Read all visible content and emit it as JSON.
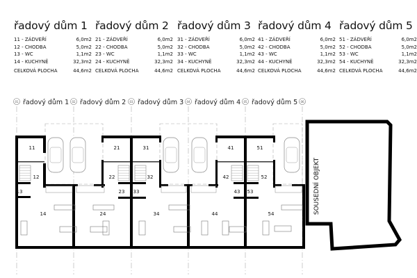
{
  "houses": [
    {
      "title": "řadový dům 1",
      "rooms": [
        {
          "label": "11 - ZÁDVEŘÍ",
          "area": "6,0m2"
        },
        {
          "label": "12 - CHODBA",
          "area": "5,0m2"
        },
        {
          "label": "13 - WC",
          "area": "1,1m2"
        },
        {
          "label": "14 - KUCHYNĚ",
          "area": "32,3m2"
        }
      ],
      "total_label": "CELKOVÁ PLOCHA",
      "total": "44,6m2"
    },
    {
      "title": "řadový dům 2",
      "rooms": [
        {
          "label": "21 - ZÁDVEŘÍ",
          "area": "6,0m2"
        },
        {
          "label": "22 - CHODBA",
          "area": "5,0m2"
        },
        {
          "label": "23 - WC",
          "area": "1,1m2"
        },
        {
          "label": "24 - KUCHYNĚ",
          "area": "32,3m2"
        }
      ],
      "total_label": "CELKOVÁ PLOCHA",
      "total": "44,6m2"
    },
    {
      "title": "řadový dům 3",
      "rooms": [
        {
          "label": "31 - ZÁDVEŘÍ",
          "area": "6,0m2"
        },
        {
          "label": "32 - CHODBA",
          "area": "5,0m2"
        },
        {
          "label": "33 - WC",
          "area": "1,1m2"
        },
        {
          "label": "34 - KUCHYNĚ",
          "area": "32,3m2"
        }
      ],
      "total_label": "CELKOVÁ PLOCHA",
      "total": "44,6m2"
    },
    {
      "title": "řadový dům 4",
      "rooms": [
        {
          "label": "41 - ZÁDVEŘÍ",
          "area": "6,0m2"
        },
        {
          "label": "42 - CHODBA",
          "area": "5,0m2"
        },
        {
          "label": "43 - WC",
          "area": "1,1m2"
        },
        {
          "label": "44 - KUCHYNĚ",
          "area": "32,3m2"
        }
      ],
      "total_label": "CELKOVÁ PLOCHA",
      "total": "44,6m2"
    },
    {
      "title": "řadový dům 5",
      "rooms": [
        {
          "label": "51 - ZÁDVEŘÍ",
          "area": "6,0m2"
        },
        {
          "label": "52 - CHODBA",
          "area": "5,0m2"
        },
        {
          "label": "53 - WC",
          "area": "1,1m2"
        },
        {
          "label": "54 - KUCHYNĚ",
          "area": "32,3m2"
        }
      ],
      "total_label": "CELKOVÁ PLOCHA",
      "total": "44,6m2"
    }
  ],
  "grid": {
    "axes": [
      "01",
      "02",
      "03",
      "04",
      "05",
      "06"
    ],
    "labels": [
      "řadový dům 1",
      "řadový dům 2",
      "řadový dům 3",
      "řadový dům 4",
      "řadový dům 5"
    ]
  },
  "room_numbers": [
    "11",
    "12",
    "13",
    "14",
    "21",
    "22",
    "23",
    "24",
    "31",
    "32",
    "33",
    "34",
    "41",
    "42",
    "43",
    "44",
    "51",
    "52",
    "53",
    "54"
  ],
  "neighbor_label": "SOUSEDNÍ OBJEKT"
}
